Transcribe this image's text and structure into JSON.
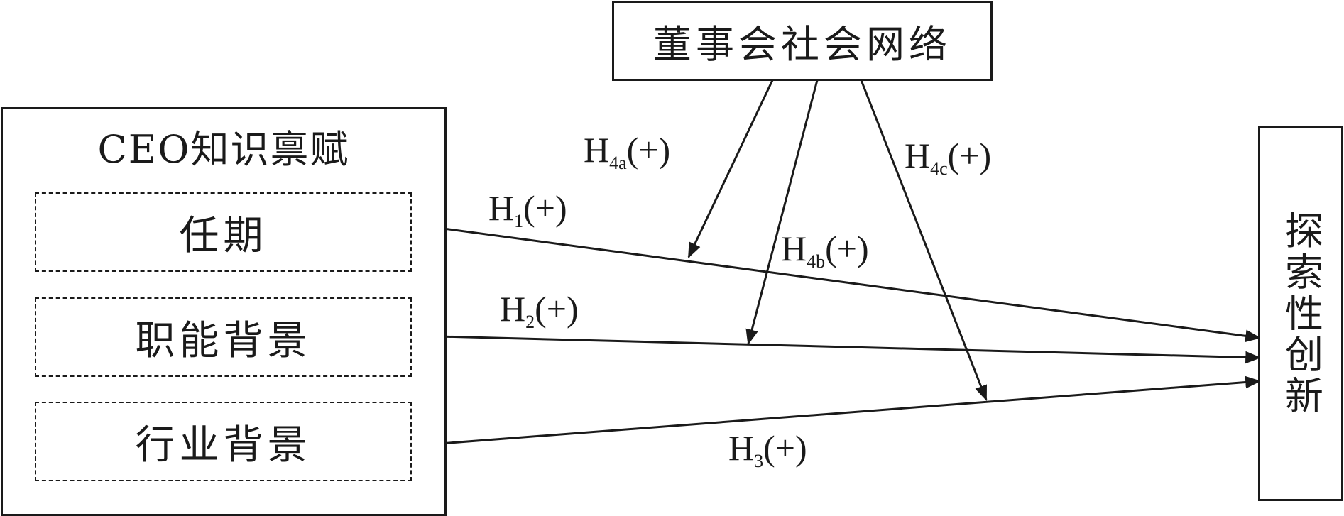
{
  "nodes": {
    "board_network": "董事会社会网络",
    "ceo_group_title": "CEO知识禀赋",
    "tenure": "任期",
    "functional_background": "职能背景",
    "industry_background": "行业背景",
    "exploratory_innovation": "探索性创新"
  },
  "hypotheses": {
    "h1": {
      "base": "H",
      "sub": "1",
      "sign": "(+)"
    },
    "h2": {
      "base": "H",
      "sub": "2",
      "sign": "(+)"
    },
    "h3": {
      "base": "H",
      "sub": "3",
      "sign": "(+)"
    },
    "h4a": {
      "base": "H",
      "sub": "4a",
      "sign": "(+)"
    },
    "h4b": {
      "base": "H",
      "sub": "4b",
      "sign": "(+)"
    },
    "h4c": {
      "base": "H",
      "sub": "4c",
      "sign": "(+)"
    }
  }
}
